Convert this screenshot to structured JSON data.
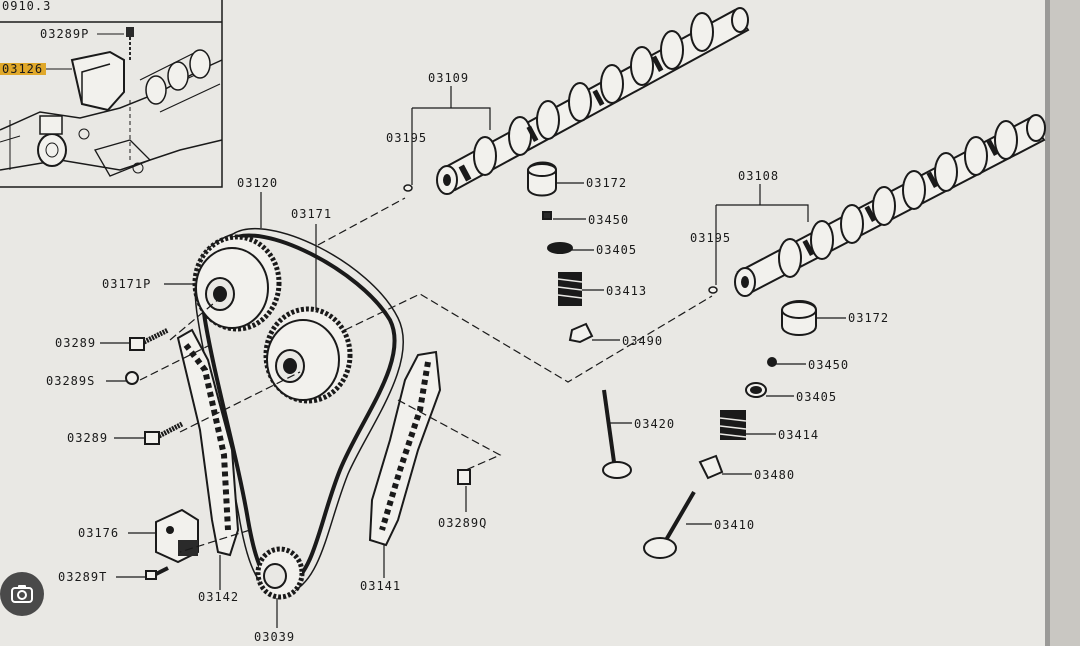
{
  "diagram": {
    "page_ref": "0910.3",
    "inset_labels": [
      "03289P",
      "03126"
    ],
    "labels": {
      "cam_intake": "03109",
      "cam_exhaust": "03108",
      "dowel_left": "03195",
      "dowel_right": "03195",
      "chain": "03120",
      "sprocket_exhaust": "03171",
      "sprocket_intake": "03171P",
      "tappet_left": "03172",
      "tappet_right": "03172",
      "retainer_left": "03450",
      "retainer_right": "03450",
      "seat_left": "03405",
      "seat_right": "03405",
      "spring_left": "03413",
      "spring_right": "03414",
      "seal_left": "03490",
      "seal_right": "03480",
      "valve_left": "03420",
      "valve_right": "03410",
      "bolt_upper": "03289",
      "bolt_s": "03289S",
      "bolt_lower": "03289",
      "tensioner": "03176",
      "bolt_t": "03289T",
      "guide_left": "03142",
      "guide_right": "03141",
      "bolt_q": "03289Q",
      "crank_sprocket": "03039"
    },
    "colors": {
      "paper": "#e9e8e4",
      "ink": "#1a1a1a",
      "highlight": "#e0a82a"
    }
  },
  "ui": {
    "lens_icon": "camera-search-icon"
  }
}
